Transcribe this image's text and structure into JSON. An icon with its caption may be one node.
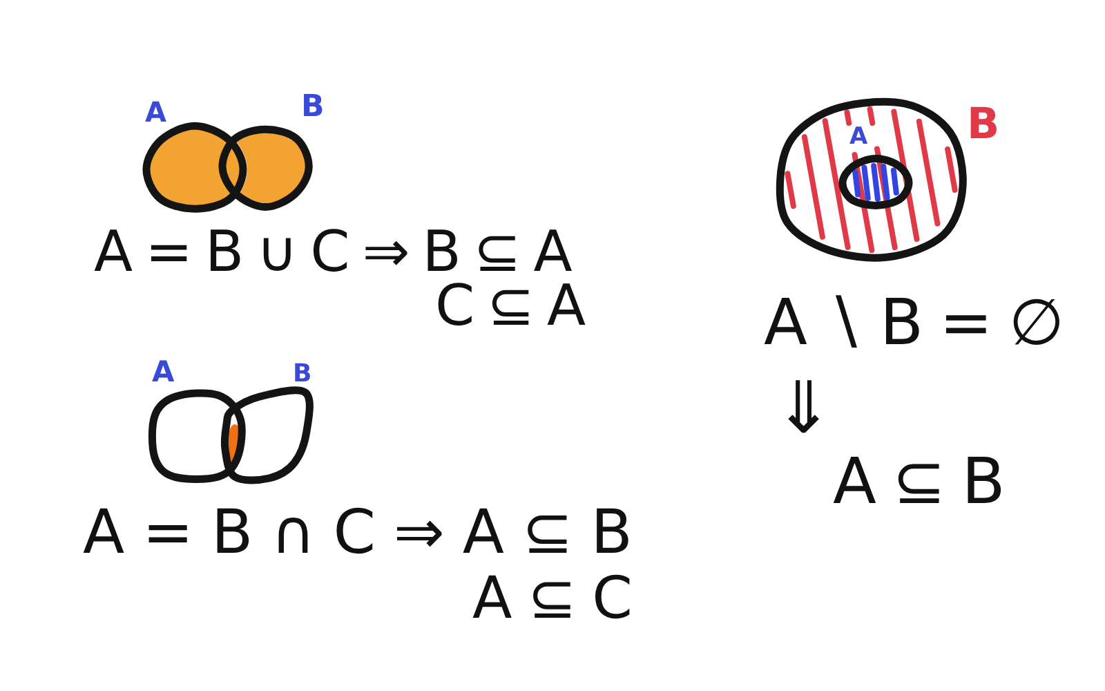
{
  "diagram": {
    "labels": [
      "A",
      "B",
      "A = B ∪ C ⇒ B ⊆ A",
      "C ⊆ A",
      "A",
      "B",
      "A = B ∩ C ⇒ A ⊆ B",
      "A ⊆ C",
      "A",
      "B",
      "A ∖ B = ∅",
      "⇓",
      "A ⊆ B"
    ]
  }
}
